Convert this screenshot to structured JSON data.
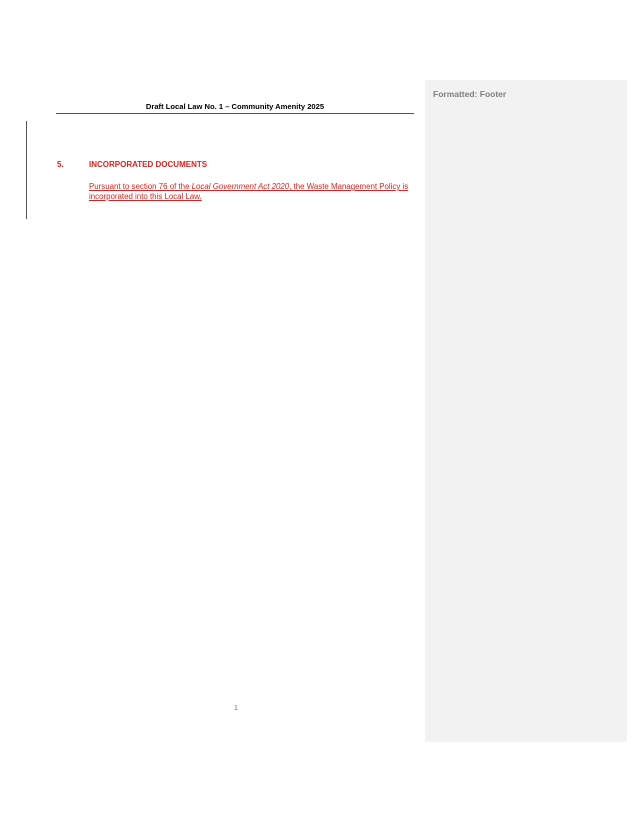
{
  "document": {
    "header_title": "Draft Local Law No. 1 – Community Amenity 2025",
    "comment_pane_title": "Formatted: Footer",
    "section": {
      "number": "5.",
      "title": "INCORPORATED DOCUMENTS",
      "paragraph": {
        "part1": "Pursuant to section 76 of the ",
        "italic": "Local Government Act 2020",
        "part2": ", the Waste Management Policy is incorporated into this Local Law."
      }
    },
    "page_number": "1"
  },
  "colors": {
    "tracked_insertion": "#e0201f",
    "page_number": "#4a86c8",
    "comment_pane_bg": "#f2f2f2"
  }
}
